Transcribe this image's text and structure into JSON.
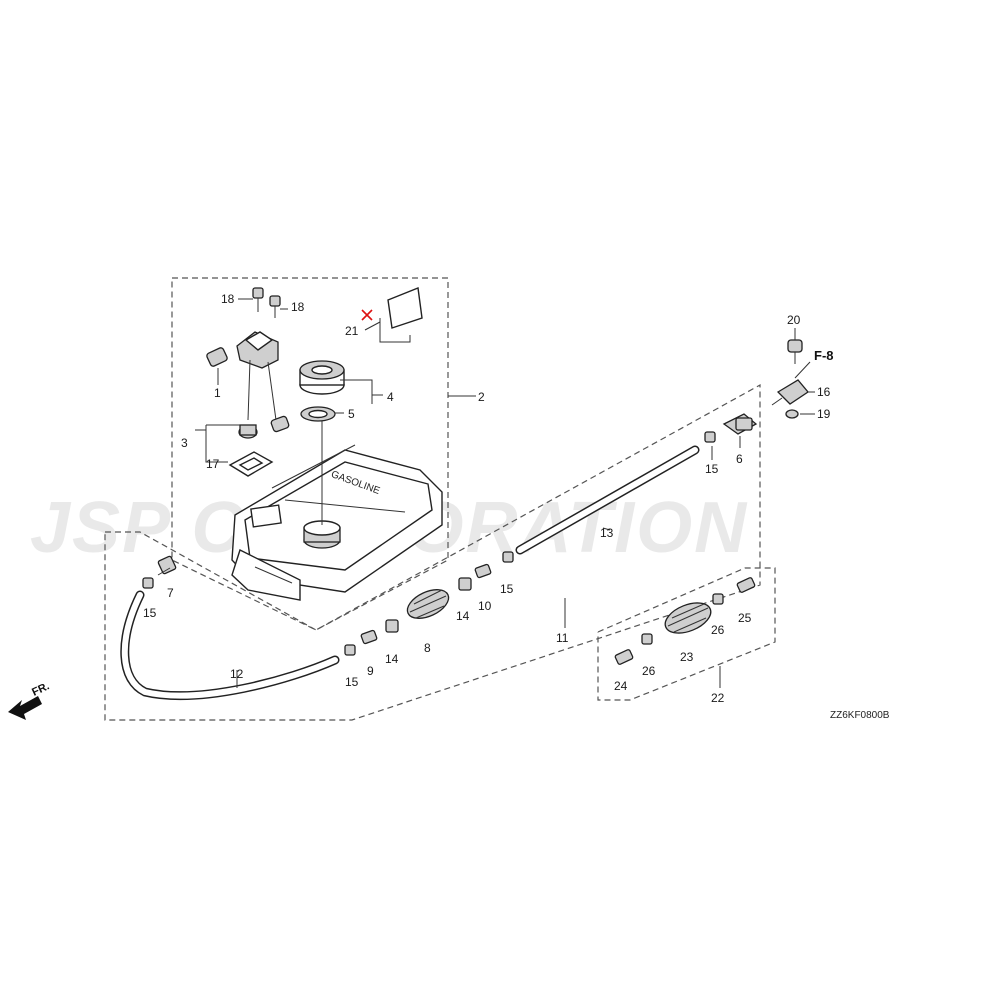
{
  "watermark": "JSP CORPORATION",
  "diagram_code": "ZZ6KF0800B",
  "front_indicator": "FR.",
  "reference": "F-8",
  "callouts": {
    "c1": "1",
    "c2": "2",
    "c3": "3",
    "c4": "4",
    "c5": "5",
    "c6": "6",
    "c7": "7",
    "c8": "8",
    "c9": "9",
    "c10": "10",
    "c11": "11",
    "c12": "12",
    "c13": "13",
    "c14a": "14",
    "c14b": "14",
    "c15a": "15",
    "c15b": "15",
    "c15c": "15",
    "c15d": "15",
    "c16": "16",
    "c17": "17",
    "c18a": "18",
    "c18b": "18",
    "c19": "19",
    "c20": "20",
    "c21": "21",
    "c22": "22",
    "c23": "23",
    "c24": "24",
    "c25": "25",
    "c26a": "26",
    "c26b": "26"
  },
  "tank_label": "GASOLINE"
}
